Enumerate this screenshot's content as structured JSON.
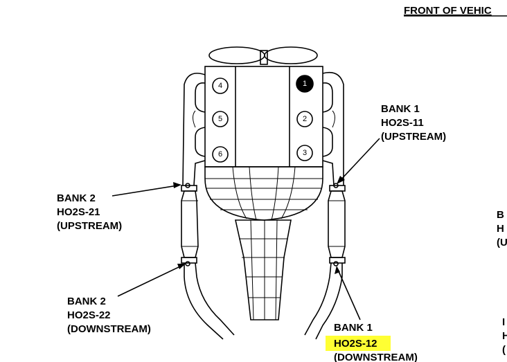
{
  "title": "FRONT OF VEHIC",
  "cylinders": [
    {
      "number": "4",
      "filled": false
    },
    {
      "number": "5",
      "filled": false
    },
    {
      "number": "6",
      "filled": false
    },
    {
      "number": "1",
      "filled": true
    },
    {
      "number": "2",
      "filled": false
    },
    {
      "number": "3",
      "filled": false
    }
  ],
  "labels": {
    "bank1_up": {
      "line1": "BANK 1",
      "line2": "HO2S-11",
      "line3": "(UPSTREAM)"
    },
    "bank2_up": {
      "line1": "BANK 2",
      "line2": "HO2S-21",
      "line3": "(UPSTREAM)"
    },
    "bank2_down": {
      "line1": "BANK 2",
      "line2": "HO2S-22",
      "line3": "(DOWNSTREAM)"
    },
    "bank1_down": {
      "line1": "BANK 1",
      "line2": "HO2S-12",
      "line3": "(DOWNSTREAM)"
    }
  },
  "cutoff_right": {
    "upper": {
      "line1": "B",
      "line2": "H",
      "line3": "(U"
    },
    "lower": {
      "line1": "I",
      "line2": "H",
      "line3": "("
    }
  },
  "colors": {
    "highlight": "#ffff33",
    "ink": "#000000",
    "background": "#ffffff"
  }
}
